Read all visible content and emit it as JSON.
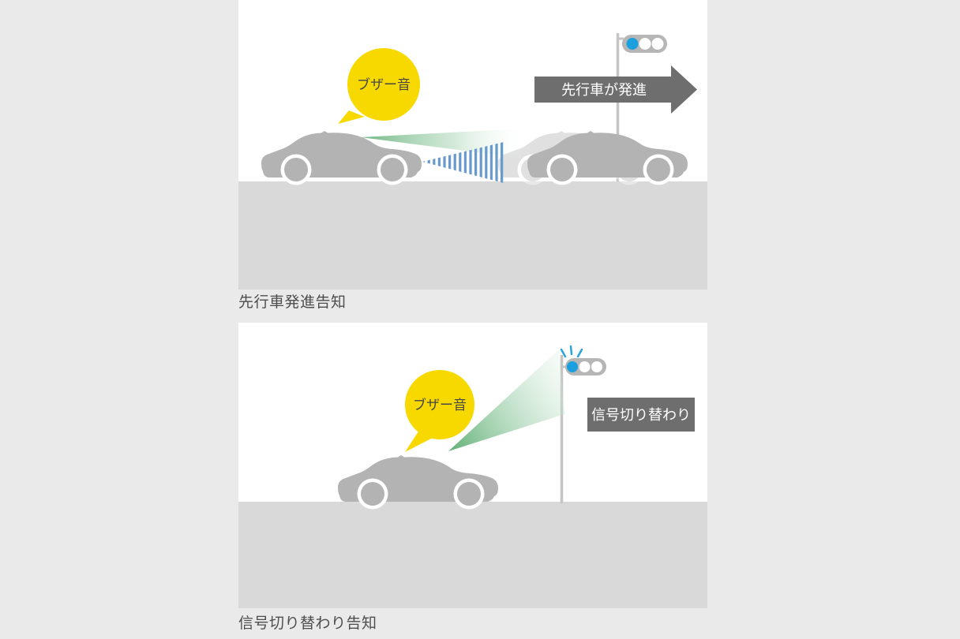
{
  "page": {
    "background_color": "#eaeaea",
    "panel_color": "#ffffff",
    "road_color": "#d9d9d9"
  },
  "colors": {
    "car_gray": "#b3b3b3",
    "bubble_yellow": "#f7d900",
    "signal_blue": "#1b9fde",
    "beam_green": "#58ab6f",
    "radar_stripe_blue": "#6699cc",
    "dark_label_gray": "#6e6e6e",
    "pole_gray": "#c5c5c5",
    "signal_housing_gray": "#b6b6b6",
    "caption_text": "#4d4d4d"
  },
  "panel_top": {
    "caption": "先行車発進告知",
    "bubble_label": "ブザー音",
    "arrow_label": "先行車が発進",
    "traffic_light": {
      "lit": "blue"
    }
  },
  "panel_bottom": {
    "caption": "信号切り替わり告知",
    "bubble_label": "ブザー音",
    "sign_label": "信号切り替わり",
    "traffic_light": {
      "lit": "blue",
      "blinking": true
    }
  }
}
